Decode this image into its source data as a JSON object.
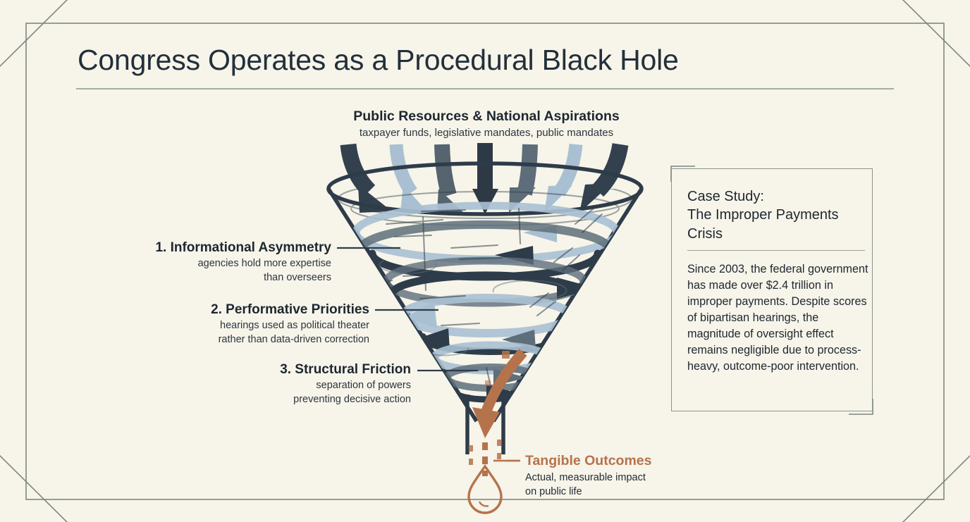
{
  "page": {
    "background_color": "#f7f4e9",
    "border_color": "#7d887f",
    "title": "Congress Operates as a Procedural Black Hole"
  },
  "inflow": {
    "title": "Public Resources & National Aspirations",
    "subtitle": "taxpayer funds, legislative mandates, public mandates",
    "arrow_colors": [
      "#33414f",
      "#a9c0d2",
      "#55646f",
      "#2d3a46",
      "#5d6d79",
      "#a9c0d2",
      "#33414f"
    ]
  },
  "callouts": [
    {
      "title": "1. Informational Asymmetry",
      "lines": [
        "agencies hold more expertise",
        "than overseers"
      ]
    },
    {
      "title": "2. Performative Priorities",
      "lines": [
        "hearings used as political theater",
        "rather than data-driven correction"
      ]
    },
    {
      "title": "3. Structural Friction",
      "lines": [
        "separation of powers",
        "preventing decisive action"
      ]
    }
  ],
  "outcome": {
    "title": "Tangible Outcomes",
    "lines": [
      "Actual, measurable impact",
      "on public life"
    ],
    "color": "#b5734c"
  },
  "case_study": {
    "title_lines": [
      "Case Study:",
      "The Improper Payments",
      "Crisis"
    ],
    "body": "Since 2003, the federal government has made over $2.4 trillion in improper payments. Despite scores of bipartisan hearings, the magnitude of oversight effect remains negligible due to process-heavy, outcome-poor intervention."
  },
  "funnel": {
    "stroke_color": "#2e3c4a",
    "swirl_colors": [
      "#2e3c4a",
      "#5e6e7a",
      "#a9c0d2"
    ],
    "drip_color": "#b5734c"
  }
}
